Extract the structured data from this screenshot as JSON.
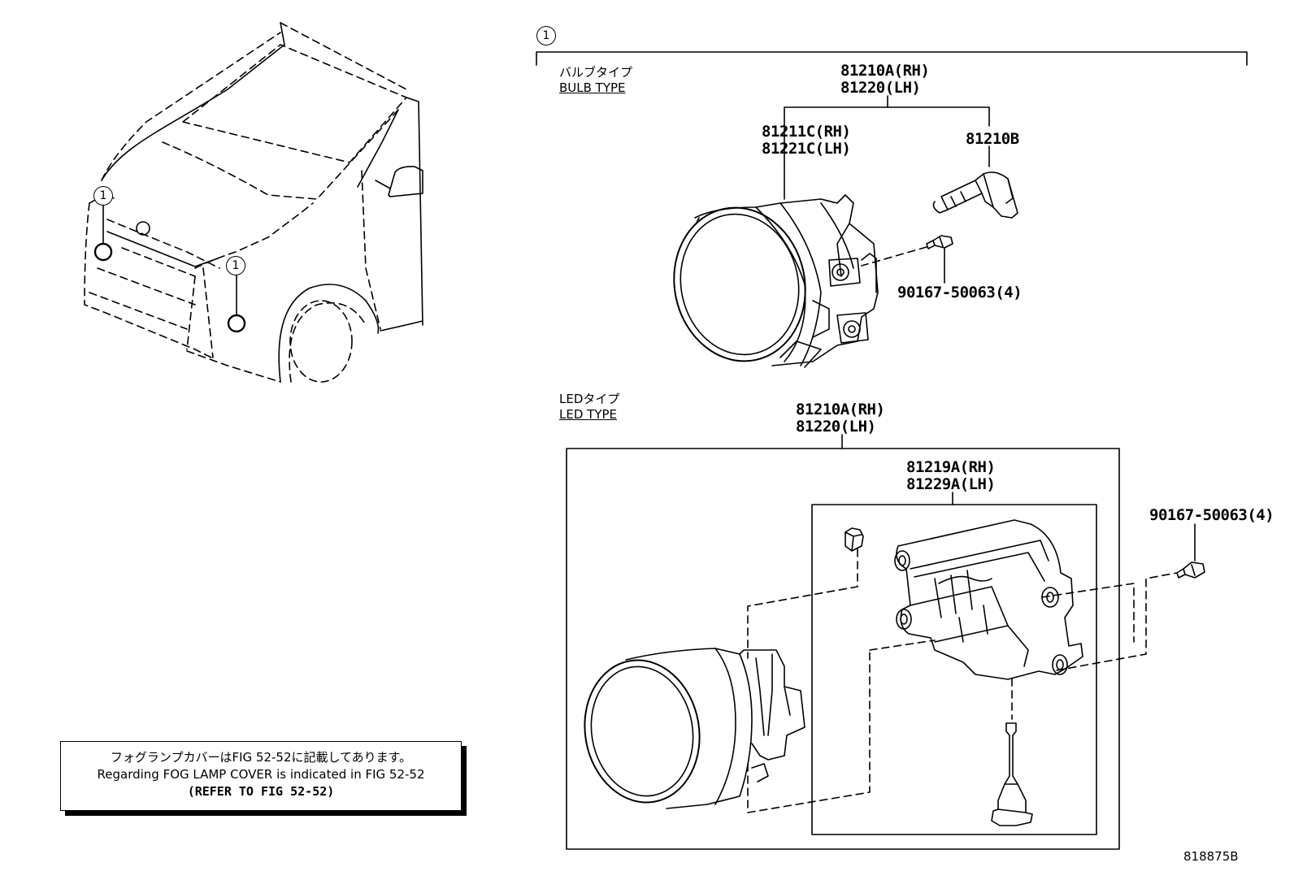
{
  "callout": {
    "ref": "1"
  },
  "bulb_section": {
    "title_jp": "バルブタイプ",
    "title_en": "BULB TYPE",
    "assembly": {
      "rh": "81210A(RH)",
      "lh": "81220(LH)"
    },
    "housing": {
      "rh": "81211C(RH)",
      "lh": "81221C(LH)"
    },
    "bulb": "81210B",
    "screw": "90167-50063(4)"
  },
  "led_section": {
    "title_jp": "LEDタイプ",
    "title_en": "LED TYPE",
    "assembly": {
      "rh": "81210A(RH)",
      "lh": "81220(LH)"
    },
    "bracket": {
      "rh": "81219A(RH)",
      "lh": "81229A(LH)"
    },
    "screw": "90167-50063(4)"
  },
  "note": {
    "line_jp": "フォグランプカバーはFIG 52-52に記載してあります。",
    "line_en": "Regarding FOG LAMP COVER is indicated in FIG 52-52",
    "line_ref": "(REFER TO FIG 52-52)"
  },
  "figure_id": "818875B",
  "icons": [
    "vehicle-front-illustration",
    "fog-lamp-illustration",
    "bulb-illustration",
    "bracket-illustration",
    "screw-icon",
    "clip-icon",
    "pin-illustration"
  ]
}
